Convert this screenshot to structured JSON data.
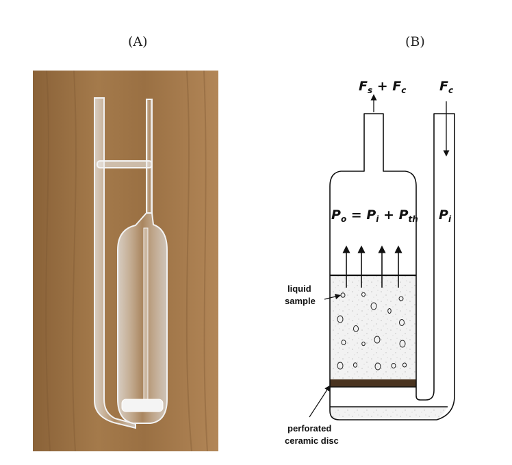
{
  "panels": {
    "a_label": "(A)",
    "b_label": "(B)"
  },
  "diagram": {
    "outlet_flow": {
      "f1": "F",
      "f1_sub": "s",
      "plus": " + ",
      "f2": "F",
      "f2_sub": "c"
    },
    "inlet_flow": {
      "f": "F",
      "f_sub": "c"
    },
    "pressure_eq": {
      "po": "P",
      "po_sub": "o",
      "eq": " = ",
      "pi": "P",
      "pi_sub": "i",
      "plus": " + ",
      "pth": "P",
      "pth_sub": "th"
    },
    "inlet_pressure": {
      "p": "P",
      "p_sub": "i"
    },
    "liquid_label_line1": "liquid",
    "liquid_label_line2": "sample",
    "disc_label_line1": "perforated",
    "disc_label_line2": "ceramic disc"
  },
  "colors": {
    "wood": "#9a7245",
    "disc": "#4a3420",
    "liquid_fill": "#eeeeee"
  }
}
